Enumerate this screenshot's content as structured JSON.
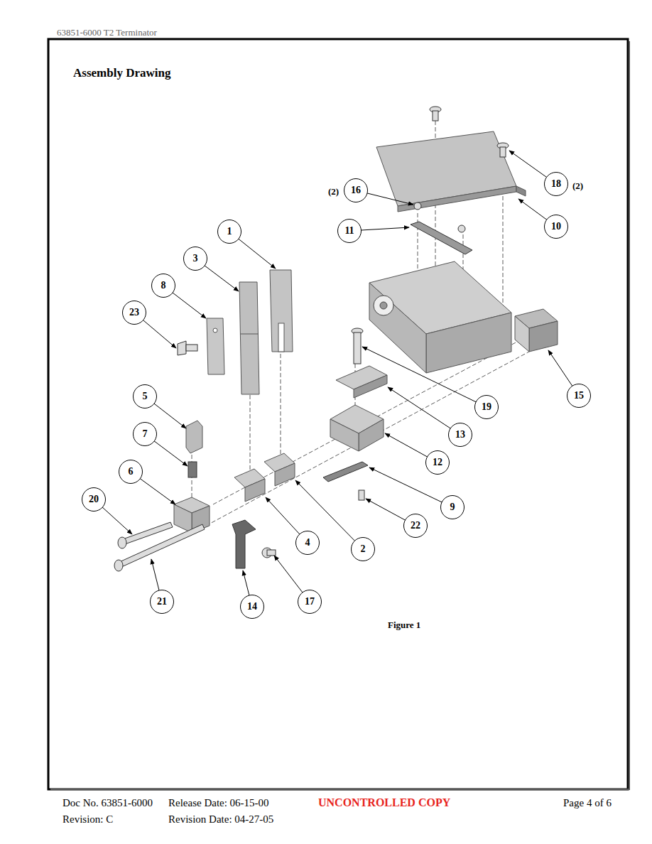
{
  "diagram": {
    "title": "Assembly Drawing",
    "caption": "Figure 1",
    "nodes": [
      {
        "text": [
          "18"
        ]
      },
      {
        "text": [
          "16"
        ]
      },
      {
        "text": [
          "10"
        ]
      },
      {
        "text": [
          "11"
        ]
      },
      {
        "text": [
          "1"
        ]
      },
      {
        "text": [
          "3"
        ]
      },
      {
        "text": [
          "8"
        ]
      },
      {
        "text": [
          "23"
        ]
      },
      {
        "text": [
          "15"
        ]
      },
      {
        "text": [
          "19"
        ]
      },
      {
        "text": [
          "5"
        ]
      },
      {
        "text": [
          "13"
        ]
      },
      {
        "text": [
          "7"
        ]
      },
      {
        "text": [
          "12"
        ]
      },
      {
        "text": [
          "6"
        ]
      },
      {
        "text": [
          "9"
        ]
      },
      {
        "text": [
          "20"
        ]
      },
      {
        "text": [
          "22"
        ]
      },
      {
        "text": [
          "2"
        ]
      },
      {
        "text": [
          "4"
        ]
      },
      {
        "text": [
          "21"
        ]
      },
      {
        "text": [
          "14"
        ]
      },
      {
        "text": [
          "17"
        ]
      }
    ],
    "labels": [
      "63851-6000 T2 Terminator",
      "(2)",
      "(2)",
      "Doc No. 63851-6000",
      "Release Date: 06-15-00",
      "UNCONTROLLED COPY",
      "Page 4 of 6",
      "Revision: C",
      "Revision Date: 04-27-05"
    ]
  }
}
